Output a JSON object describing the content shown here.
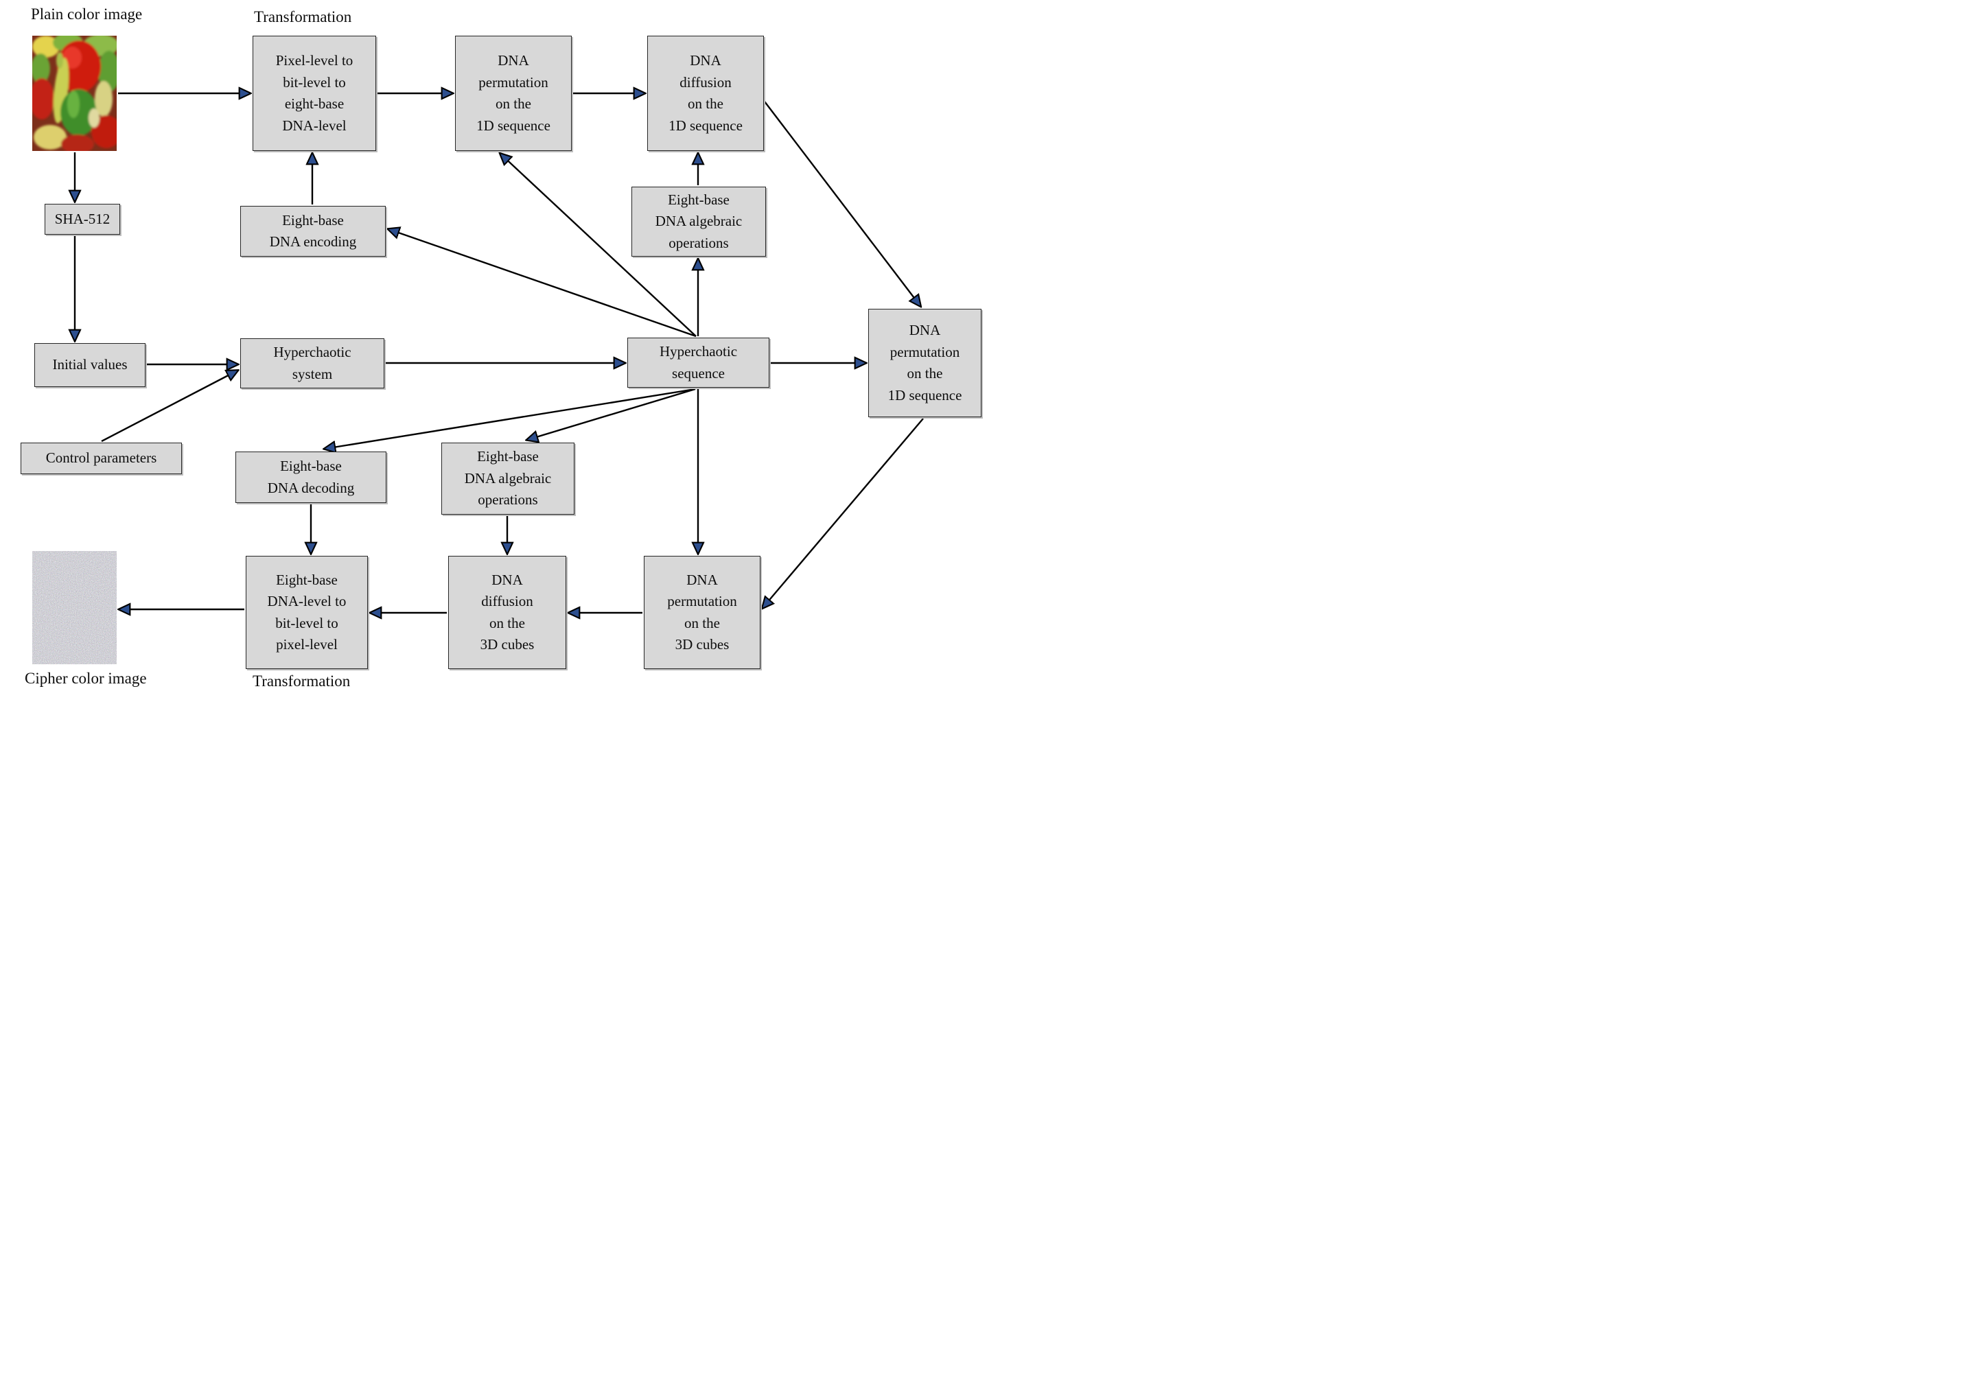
{
  "diagram": {
    "labels": {
      "plain_image": "Plain color image",
      "transformation_top": "Transformation",
      "cipher_image": "Cipher color image",
      "transformation_bottom": "Transformation"
    },
    "nodes": {
      "pixel_to_dna": "Pixel-level to\nbit-level to\neight-base\nDNA-level",
      "dna_permutation_1d": "DNA\npermutation\non the\n1D sequence",
      "dna_diffusion_1d": "DNA\ndiffusion\non the\n1D sequence",
      "sha512": "SHA-512",
      "dna_encoding": "Eight-base\nDNA encoding",
      "dna_algebraic_top": "Eight-base\nDNA algebraic\noperations",
      "initial_values": "Initial values",
      "hyperchaotic_system": "Hyperchaotic\nsystem",
      "hyperchaotic_sequence": "Hyperchaotic\nsequence",
      "dna_permutation_1d_right": "DNA\npermutation\non the\n1D sequence",
      "control_parameters": "Control parameters",
      "dna_decoding": "Eight-base\nDNA decoding",
      "dna_algebraic_bottom": "Eight-base\nDNA algebraic\noperations",
      "dna_to_pixel": "Eight-base\nDNA-level to\nbit-level to\npixel-level",
      "dna_diffusion_3d": "DNA\ndiffusion\non the\n3D cubes",
      "dna_permutation_3d": "DNA\npermutation\non the\n3D cubes"
    },
    "images": {
      "plain": "peppers-photo-thumbnail",
      "cipher": "encrypted-noise-thumbnail"
    },
    "colors": {
      "box_fill": "#d8d8d8",
      "box_border": "#262626",
      "arrow_line": "#000000",
      "arrowhead": "#2d4f8f",
      "background": "#ffffff"
    }
  }
}
